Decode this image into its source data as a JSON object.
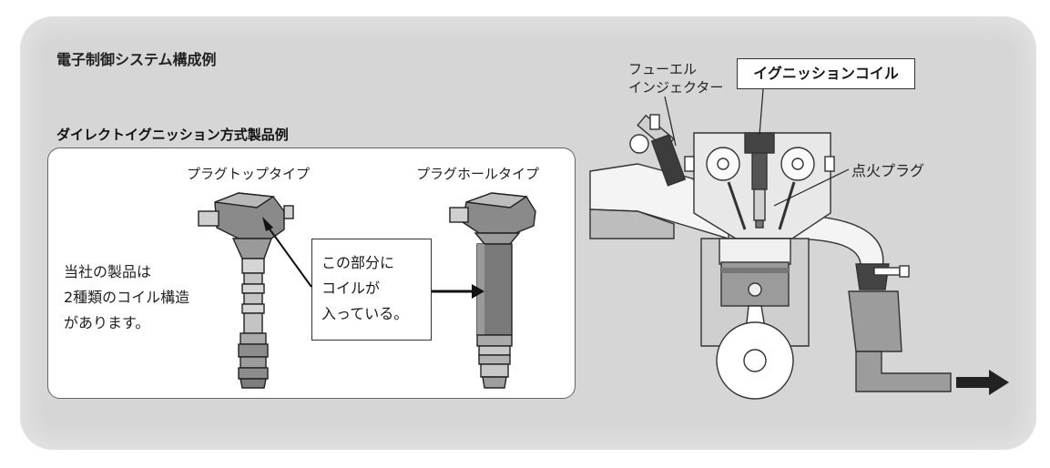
{
  "diagram": {
    "title": "電子制御システム構成例",
    "subtitle": "ダイレクトイグニッション方式製品例",
    "plug_top_label": "プラグトップタイプ",
    "plug_hole_label": "プラグホールタイプ",
    "description_lines": [
      "当社の製品は",
      "2種類のコイル構造",
      "があります。"
    ],
    "callout_lines": [
      "この部分に",
      "コイルが",
      "入っている。"
    ],
    "fuel_injector_lines": [
      "フューエル",
      "インジェクター"
    ],
    "ignition_coil_label": "イグニッションコイル",
    "spark_plug_label": "点火プラグ"
  }
}
